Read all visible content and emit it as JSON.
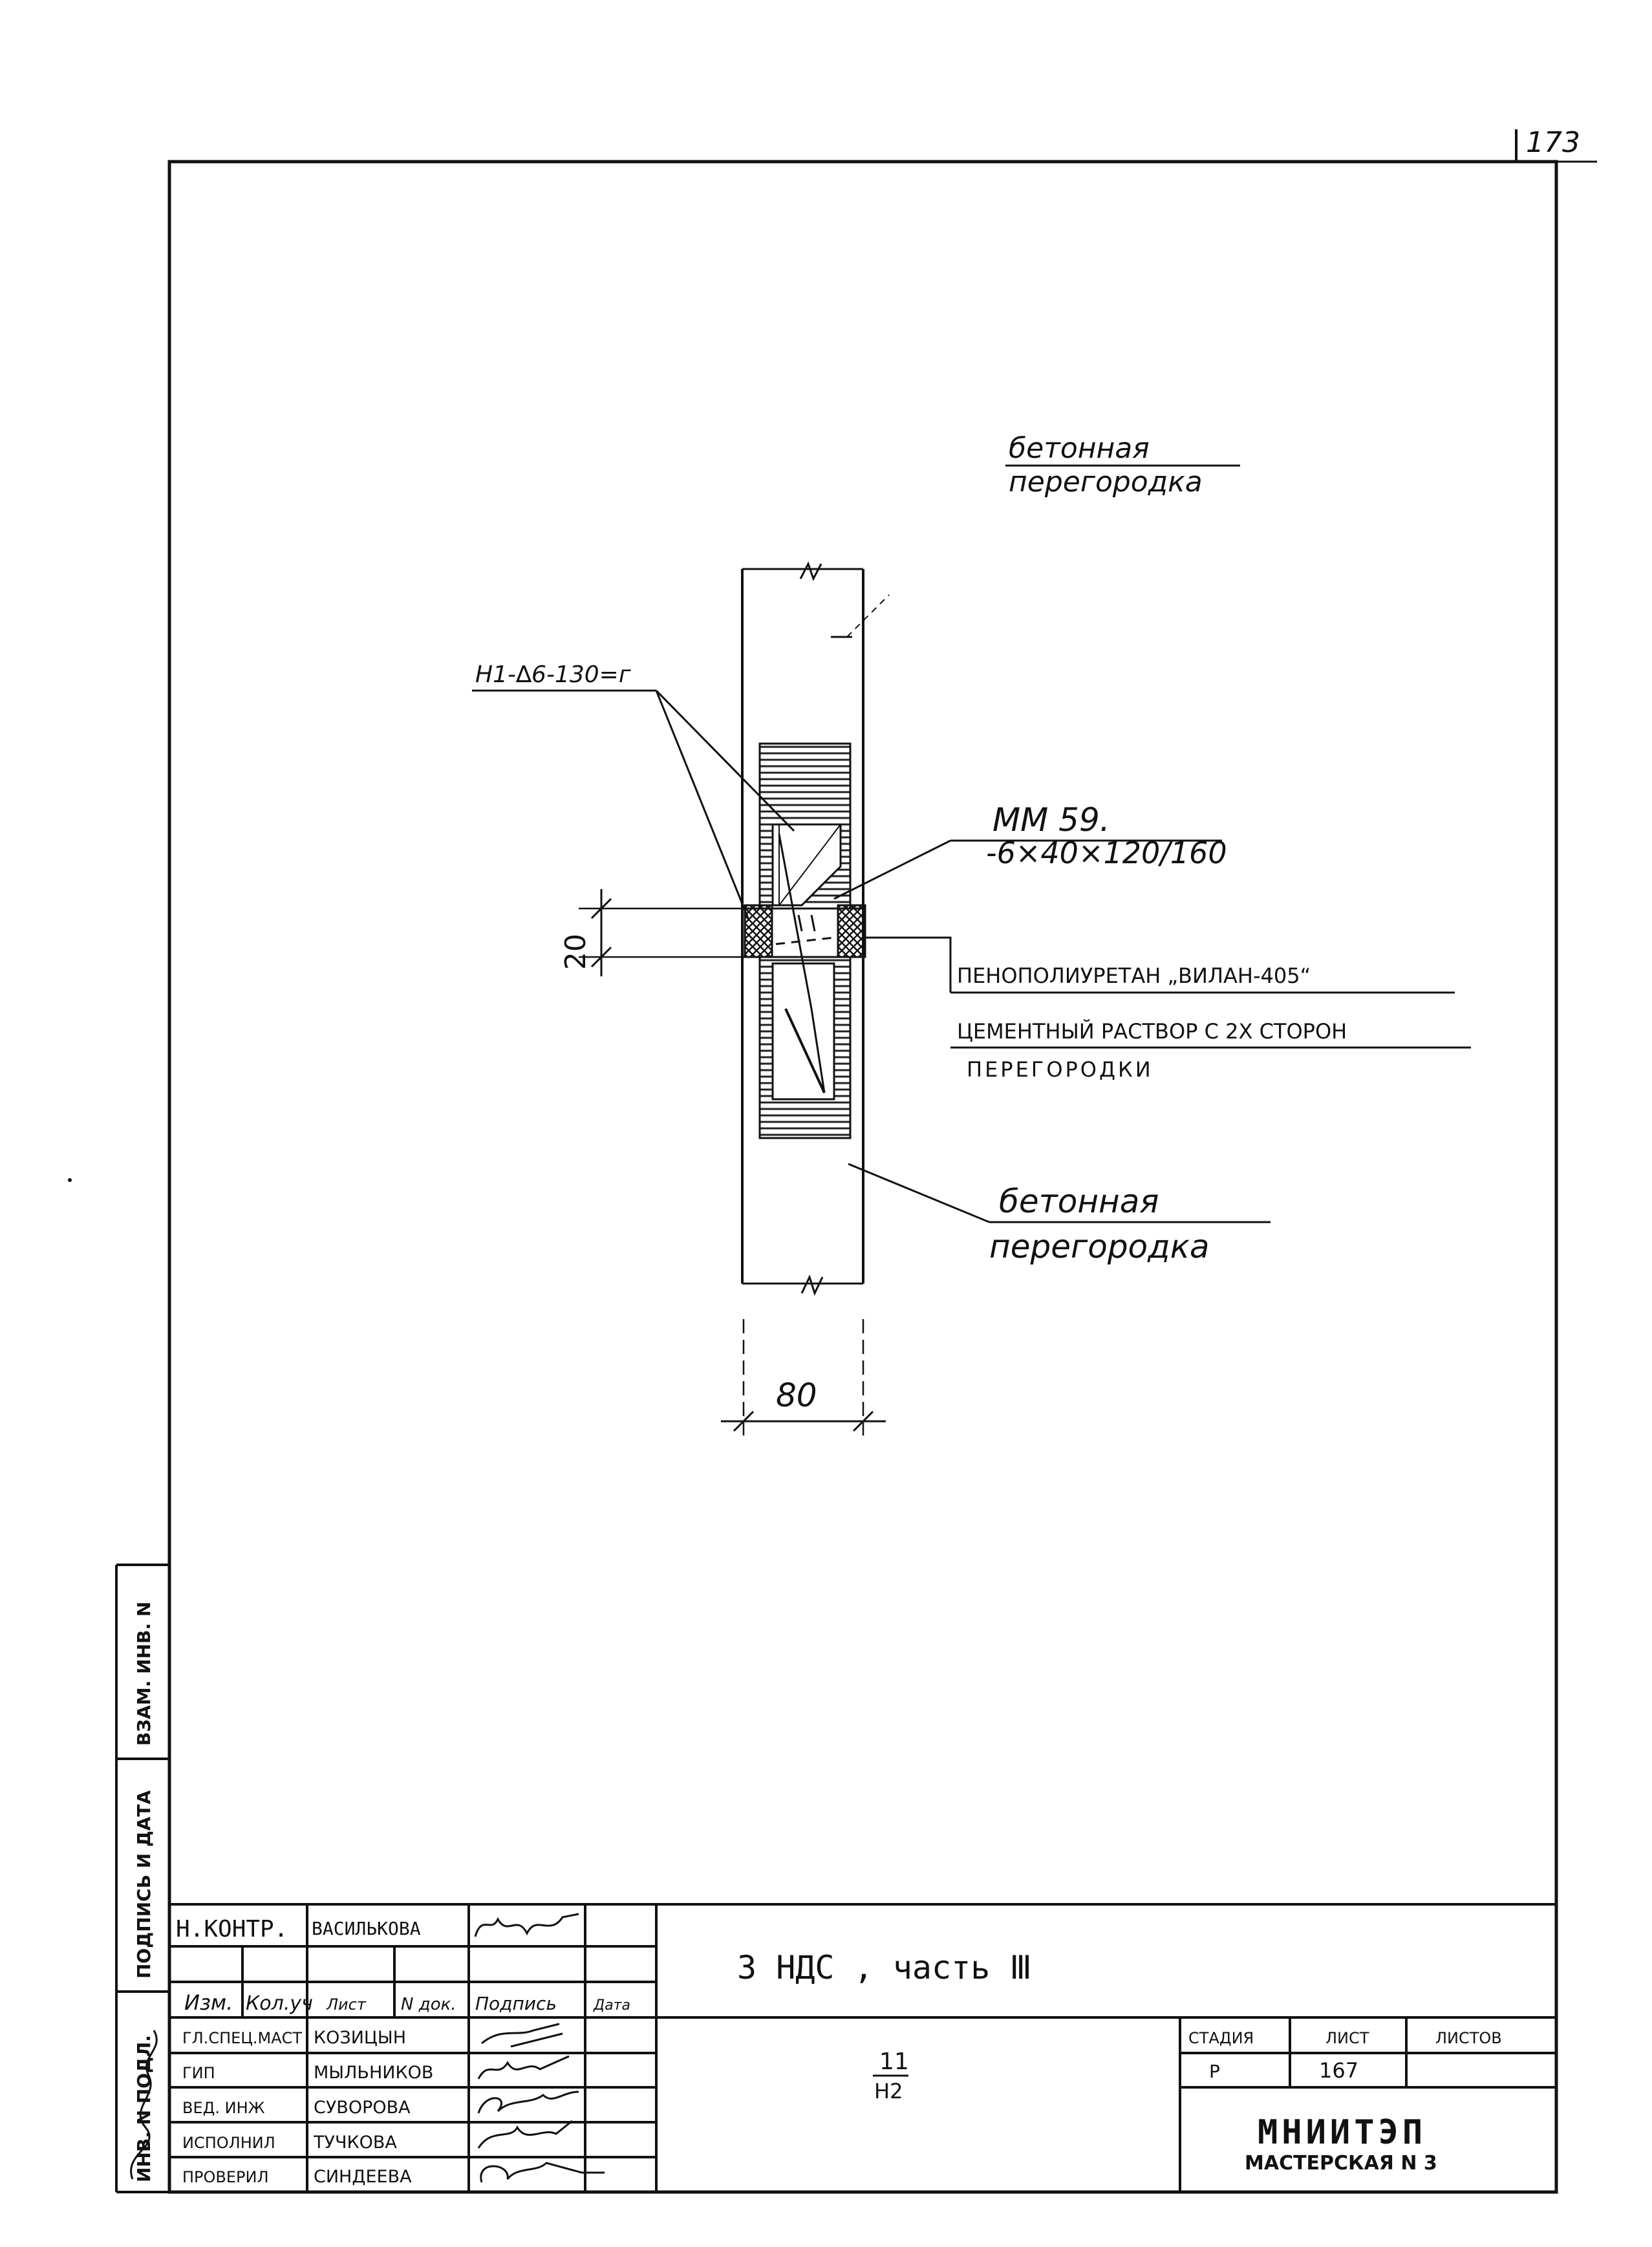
{
  "page_number": "173",
  "drawing": {
    "label_top": {
      "line1": "бетонная",
      "line2": "перегородка"
    },
    "label_bottom": {
      "line1": "бетонная",
      "line2": "перегородка"
    },
    "label_rebar": "Н1-∆6-130=г",
    "label_embed": {
      "line1": "ММ 59.",
      "line2": "-6×40×120/160"
    },
    "label_foam": "ПЕНОПОЛИУРЕТАН „ВИЛАН-405“",
    "label_mortar": {
      "line1": "ЦЕМЕНТНЫЙ РАСТВОР С 2Х СТОРОН",
      "line2": "ПЕРЕГОРОДКИ"
    },
    "dim_gap": "20",
    "dim_width": "80"
  },
  "side_stamp": {
    "inv_podl": "ИНВ. N ПОДЛ.",
    "podpis_data": "ПОДПИСЬ И ДАТА",
    "vzam_inv": "ВЗАМ. ИНВ. N"
  },
  "title_block": {
    "n_kontr_role": "Н.КОНТР.",
    "n_kontr_name": "ВАСИЛЬКОВА",
    "headers": [
      "Изм.",
      "Кол.уч",
      "Лист",
      "N док.",
      "Подпись",
      "Дата"
    ],
    "signers": [
      {
        "role": "ГЛ.СПЕЦ.МАСТ",
        "name": "КОЗИЦЫН"
      },
      {
        "role": "ГИП",
        "name": "МЫЛЬНИКОВ"
      },
      {
        "role": "ВЕД. ИНЖ",
        "name": "СУВОРОВА"
      },
      {
        "role": "ИСПОЛНИЛ",
        "name": "ТУЧКОВА"
      },
      {
        "role": "ПРОВЕРИЛ",
        "name": "СИНДЕЕВА"
      }
    ],
    "project_title": "3 НДС , часть Ⅲ",
    "node_num": "11",
    "node_den": "Н2",
    "stage_label": "СТАДИЯ",
    "sheet_label": "ЛИСТ",
    "sheets_label": "ЛИСТОВ",
    "stage_value": "Р",
    "sheet_value": "167",
    "sheets_value": "",
    "org_name": "МНИИТЭП",
    "org_sub": "МАСТЕРСКАЯ N 3"
  }
}
